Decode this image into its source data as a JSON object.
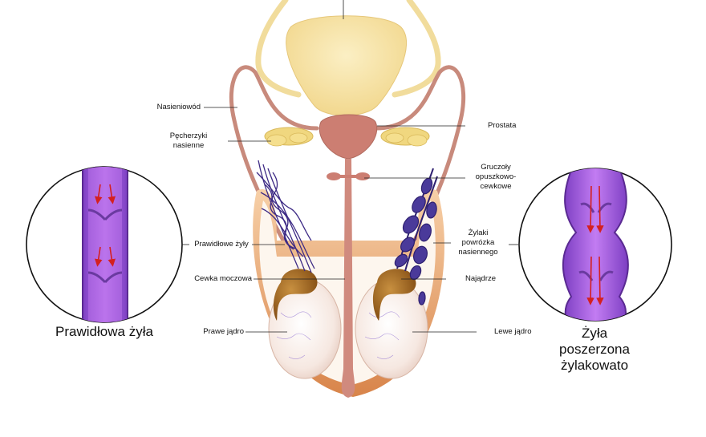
{
  "labels": {
    "vas_deferens": "Nasieniowód",
    "seminal_vesicles_line1": "Pęcherzyki",
    "seminal_vesicles_line2": "nasienne",
    "prostate": "Prostata",
    "bulbourethral_line1": "Gruczoły",
    "bulbourethral_line2": "opuszkowo-",
    "bulbourethral_line3": "cewkowe",
    "normal_veins": "Prawidłowe żyły",
    "varicose_line1": "Żylaki",
    "varicose_line2": "powrózka",
    "varicose_line3": "nasiennego",
    "urethra": "Cewka moczowa",
    "epididymis": "Najądrze",
    "right_testis": "Prawe jądro",
    "left_testis": "Lewe jądro"
  },
  "captions": {
    "normal_vein": "Prawidłowa żyła",
    "varicose_line1": "Żyła",
    "varicose_line2": "poszerzona",
    "varicose_line3": "żylakowato"
  },
  "colors": {
    "bladder": "#f7e3a4",
    "ureter": "#f1dc9c",
    "vas": "#c88a7c",
    "prostate": "#cc7e72",
    "vesicle": "#f0d77f",
    "scrotum_outer": "#efb27d",
    "scrotum_inner": "#fdf6ee",
    "testis": "#f7ece6",
    "epididymis": "#a86a1e",
    "vein": "#3d2a85",
    "vein_tube": "#a25ce0",
    "valve": "#6a3aa0",
    "flow_arrow": "#d42020"
  }
}
